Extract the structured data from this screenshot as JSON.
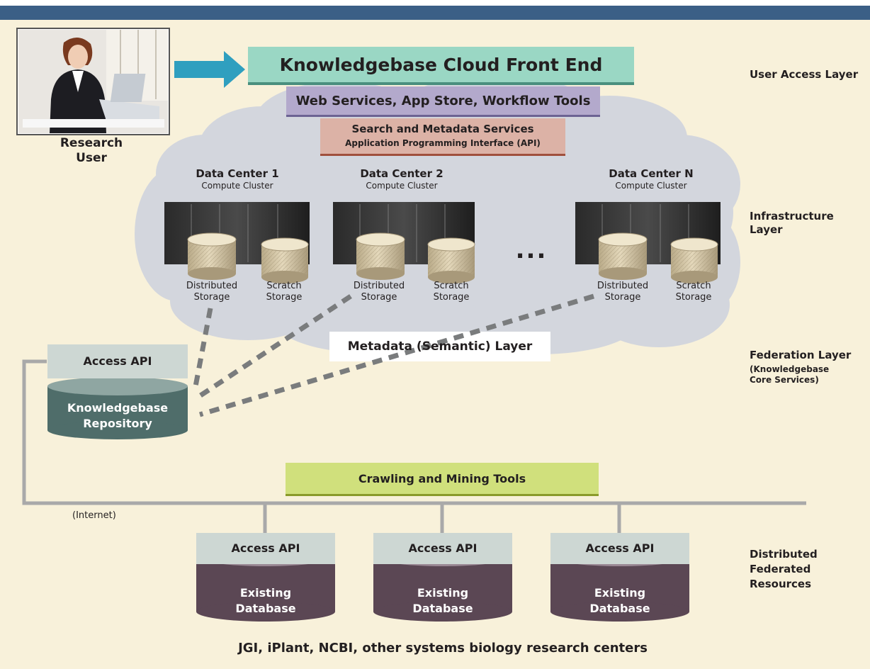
{
  "user": {
    "caption_line1": "Research",
    "caption_line2": "User",
    "photo_name": "research-user-photo"
  },
  "front_end": {
    "title": "Knowledgebase Cloud Front End",
    "web_services": "Web Services, App Store, Workflow Tools",
    "search_title": "Search and Metadata Services",
    "search_sub": "Application Programming Interface (API)"
  },
  "data_centers": [
    {
      "name": "Data Center 1",
      "sub": "Compute Cluster",
      "storage1_l1": "Distributed",
      "storage1_l2": "Storage",
      "storage2_l1": "Scratch",
      "storage2_l2": "Storage"
    },
    {
      "name": "Data Center 2",
      "sub": "Compute Cluster",
      "storage1_l1": "Distributed",
      "storage1_l2": "Storage",
      "storage2_l1": "Scratch",
      "storage2_l2": "Storage"
    },
    {
      "name": "Data Center N",
      "sub": "Compute Cluster",
      "storage1_l1": "Distributed",
      "storage1_l2": "Storage",
      "storage2_l1": "Scratch",
      "storage2_l2": "Storage"
    }
  ],
  "ellipsis": "...",
  "metadata_layer": "Metadata (Semantic) Layer",
  "kb": {
    "access_api": "Access API",
    "repo_l1": "Knowledgebase",
    "repo_l2": "Repository"
  },
  "crawling": "Crawling and Mining Tools",
  "internet": "(Internet)",
  "resources": [
    {
      "api": "Access API",
      "db_l1": "Existing",
      "db_l2": "Database"
    },
    {
      "api": "Access API",
      "db_l1": "Existing",
      "db_l2": "Database"
    },
    {
      "api": "Access API",
      "db_l1": "Existing",
      "db_l2": "Database"
    }
  ],
  "footer": "JGI, iPlant, NCBI, other systems biology research centers",
  "layers": {
    "user_access": "User Access Layer",
    "infrastructure": "Infrastructure Layer",
    "federation": "Federation Layer",
    "federation_sub": "(Knowledgebase\nCore Services)",
    "distributed": "Distributed\nFederated\nResources"
  },
  "colors": {
    "background": "#f8f1da",
    "top_bar": "#3b5f86",
    "cloud": "#d3d6dd",
    "front_end": "#9ad7c4",
    "web_services": "#b3a9cc",
    "search": "#dcb2a6",
    "access_api": "#cdd7d3",
    "kb_repo": "#4f6d6a",
    "existing_db": "#5b4754",
    "crawling": "#d0e07c",
    "connector": "#a9a9a9",
    "arrow": "#2f9fbf",
    "dash": "#7a7c7d"
  }
}
